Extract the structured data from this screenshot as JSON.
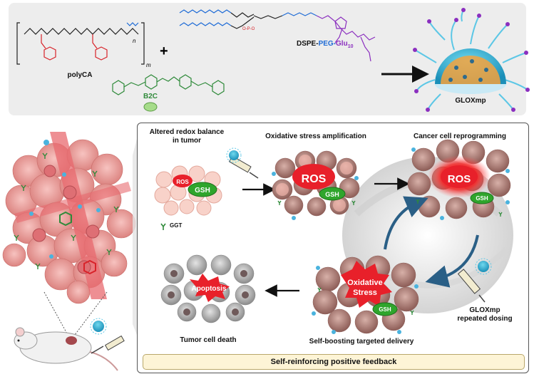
{
  "top": {
    "polymer_label": "polyCA",
    "polymer_subscript_n": "n",
    "polymer_subscript_m": "m",
    "plus_sign": "+",
    "lipid_label_a": "DSPE-",
    "lipid_label_b": "PEG-",
    "lipid_label_c": "Glu",
    "lipid_label_sub": "10",
    "crosslinker_label": "B2C",
    "product_label": "GLOXmp"
  },
  "flow": {
    "step1_line1": "Altered redox balance",
    "step1_line2": "in tumor",
    "step2": "Oxidative stress amplification",
    "step3": "Cancer cell reprogramming",
    "step4": "Self-boosting targeted delivery",
    "step5": "Tumor cell death",
    "dosing_line1": "GLOXmp",
    "dosing_line2": "repeated dosing",
    "ggt_legend": "GGT",
    "ros": "ROS",
    "gsh": "GSH",
    "oxidative_line1": "Oxidative",
    "oxidative_line2": "Stress",
    "apoptosis": "Apoptosis",
    "feedback": "Self-reinforcing positive feedback"
  },
  "colors": {
    "ros_red": "#e8202a",
    "gsh_green": "#2fa52c",
    "peg_blue": "#1e6bd6",
    "glu_purple": "#8b2fbf",
    "tumor_pink": "#f3a9a7",
    "arrow_blue": "#2a5f86"
  }
}
